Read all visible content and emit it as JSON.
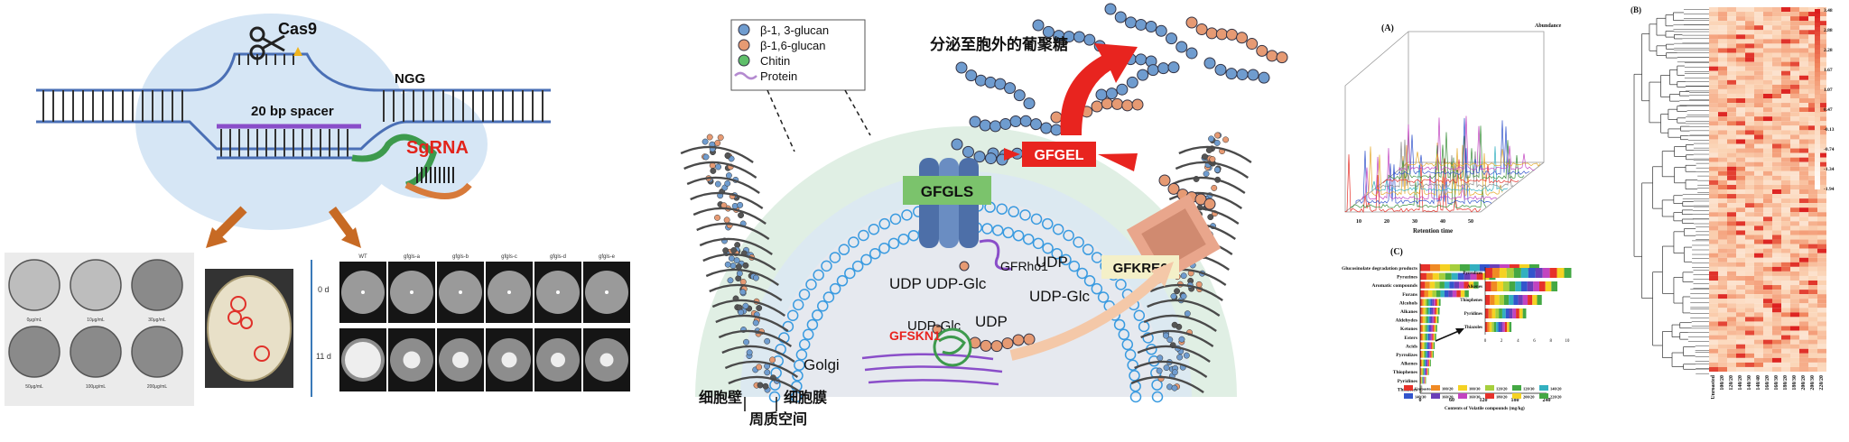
{
  "crispr": {
    "cas9": "Cas9",
    "ngg": "NGG",
    "spacer": "20 bp spacer",
    "sgrna": "SgRNA",
    "dish_labels": [
      "0μg/mL",
      "10μg/mL",
      "30μg/mL",
      "50μg/mL",
      "100μg/mL",
      "200μg/mL"
    ],
    "timepoints": [
      "0 d",
      "11 d"
    ],
    "strains": [
      "WT",
      "gfgls-a",
      "gfgls-b",
      "gfgls-c",
      "gfgls-d",
      "gfgls-e"
    ]
  },
  "cellwall": {
    "legend": [
      {
        "label": "β-1, 3-glucan",
        "color": "#6f9ccf"
      },
      {
        "label": "β-1,6-glucan",
        "color": "#e69a73"
      },
      {
        "label": "Chitin",
        "color": "#5fbf6a"
      },
      {
        "label": "Protein",
        "color": "#b48ad0"
      }
    ],
    "secrete_title": "分泌至胞外的葡聚糖",
    "proteins": {
      "gfgls": "GFGLS",
      "gfgel": "GFGEL",
      "gfkre6": "GFKRE6",
      "gfrho1": "GFRho1",
      "gfskn1": "GFSKN1"
    },
    "udp_glc_left": "UDP UDP-Glc",
    "udp_right": "UDP",
    "udp_glc_right": "UDP-Glc",
    "udp_glc_golgi": "UDP-Glc",
    "udp_golgi": "UDP",
    "golgi": "Golgi",
    "cell_wall": "细胞壁",
    "cell_membrane": "细胞膜",
    "periplasm": "周质空间"
  },
  "chart3d": {
    "panel": "(A)",
    "zlabel": "Abundance",
    "xlabel": "Retention time",
    "xticks": [
      "10",
      "20",
      "30",
      "40",
      "50"
    ]
  },
  "chart_data": {
    "type": "bar",
    "panel": "(C)",
    "categories": [
      "Glucosinolate degradation products",
      "Pyrazines",
      "Aromatic compounds",
      "Furans",
      "Alcohols",
      "Alkanes",
      "Aldehydes",
      "Ketones",
      "Esters",
      "Acids",
      "Pyrrolizes",
      "Alkenes",
      "Thiophenes",
      "Pyridines",
      "Thiazoles"
    ],
    "totals": [
      245,
      155,
      120,
      100,
      42,
      40,
      38,
      35,
      33,
      30,
      28,
      22,
      18,
      12,
      4
    ],
    "xlabel": "Contents of Volatile compounds (mg/kg)",
    "xticks": [
      "0",
      "60",
      "120",
      "180",
      "240"
    ],
    "xlim": [
      0,
      260
    ],
    "inset_categories": [
      "Pyrrolizes",
      "Alkenes",
      "Thiophenes",
      "Pyridines",
      "Thiazoles"
    ],
    "inset_totals": [
      10.5,
      8.8,
      6.9,
      5.0,
      3.2
    ],
    "inset_xticks": [
      "0",
      "2",
      "4",
      "6",
      "8",
      "10"
    ],
    "legend": [
      "Unroasted",
      "100/20",
      "100/30",
      "120/20",
      "120/30",
      "140/20",
      "140/30",
      "160/20",
      "160/30",
      "180/20",
      "200/20",
      "220/20"
    ]
  },
  "heatmap": {
    "panel": "(B)",
    "scale": [
      "3.48",
      "2.88",
      "2.28",
      "1.67",
      "1.07",
      "0.47",
      "-0.13",
      "-0.74",
      "-1.34",
      "-1.94"
    ],
    "columns": [
      "Unroasted",
      "100/20",
      "120/20",
      "140/20",
      "140/30",
      "140/40",
      "160/20",
      "160/30",
      "180/20",
      "180/30",
      "200/20",
      "200/30",
      "220/20"
    ]
  }
}
